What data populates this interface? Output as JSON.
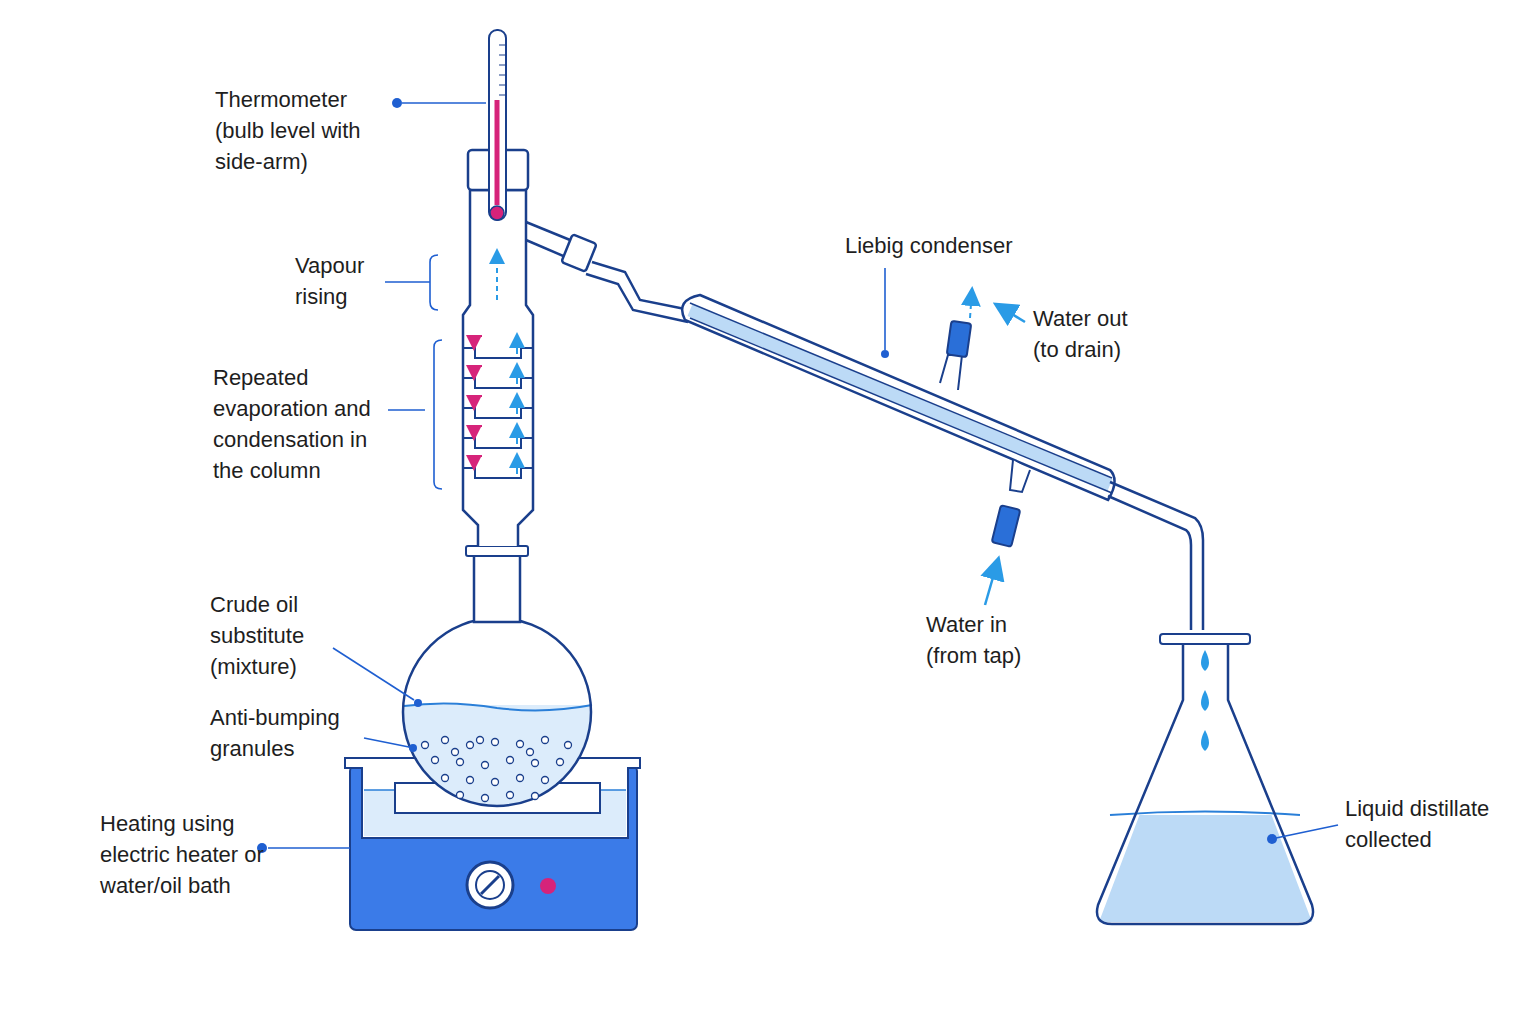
{
  "diagram": {
    "labels": [
      "Thermometer (bulb level with side-arm)",
      "Vapour rising",
      "Repeated evaporation and condensation in the column",
      "Crude oil substitute (mixture)",
      "Anti-bumping granules",
      "Heating using electric heater or water/oil bath",
      "Liebig condenser",
      "Water out (to drain)",
      "Water in (from tap)",
      "Liquid distillate collected"
    ]
  }
}
